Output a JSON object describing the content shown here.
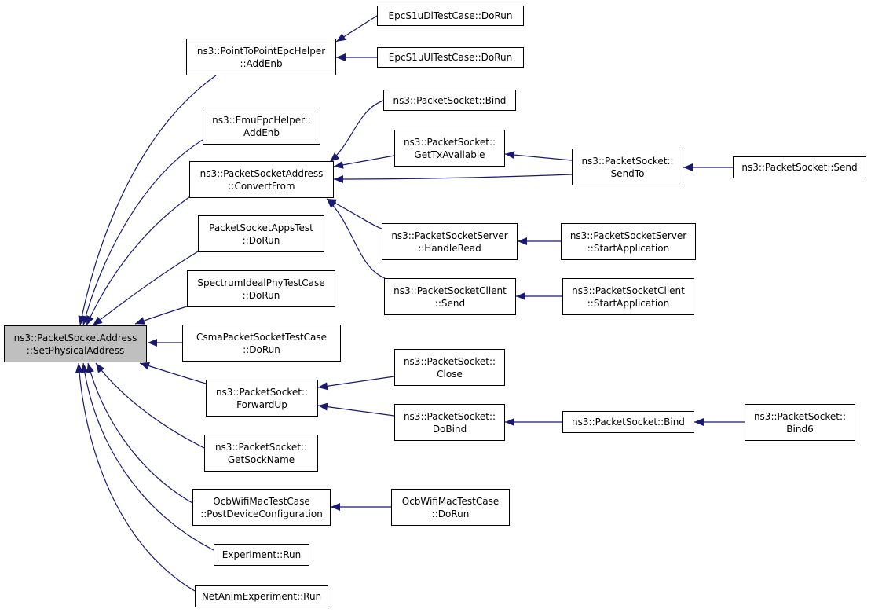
{
  "graph": {
    "edge_color": "#191970",
    "root_fill": "#bfbfbf",
    "nodes": {
      "root": [
        "ns3::PacketSocketAddress",
        "::SetPhysicalAddress"
      ],
      "p2p_addenb": [
        "ns3::PointToPointEpcHelper",
        "::AddEnb"
      ],
      "epc_dl": [
        "EpcS1uDlTestCase::DoRun"
      ],
      "epc_ul": [
        "EpcS1uUlTestCase::DoRun"
      ],
      "emu_addenb": [
        "ns3::EmuEpcHelper::",
        "AddEnb"
      ],
      "convertfrom": [
        "ns3::PacketSocketAddress",
        "::ConvertFrom"
      ],
      "ps_bind_top": [
        "ns3::PacketSocket::Bind"
      ],
      "gettx": [
        "ns3::PacketSocket::",
        "GetTxAvailable"
      ],
      "sendto": [
        "ns3::PacketSocket::",
        "SendTo"
      ],
      "send": [
        "ns3::PacketSocket::Send"
      ],
      "apps_test": [
        "PacketSocketAppsTest",
        "::DoRun"
      ],
      "server_handleread": [
        "ns3::PacketSocketServer",
        "::HandleRead"
      ],
      "server_start": [
        "ns3::PacketSocketServer",
        "::StartApplication"
      ],
      "client_send": [
        "ns3::PacketSocketClient",
        "::Send"
      ],
      "client_start": [
        "ns3::PacketSocketClient",
        "::StartApplication"
      ],
      "spectrum_test": [
        "SpectrumIdealPhyTestCase",
        "::DoRun"
      ],
      "csma_test": [
        "CsmaPacketSocketTestCase",
        "::DoRun"
      ],
      "forwardup": [
        "ns3::PacketSocket::",
        "ForwardUp"
      ],
      "close": [
        "ns3::PacketSocket::",
        "Close"
      ],
      "dobind": [
        "ns3::PacketSocket::",
        "DoBind"
      ],
      "ps_bind_bottom": [
        "ns3::PacketSocket::Bind"
      ],
      "bind6": [
        "ns3::PacketSocket::",
        "Bind6"
      ],
      "getsockname": [
        "ns3::PacketSocket::",
        "GetSockName"
      ],
      "ocb_post": [
        "OcbWifiMacTestCase",
        "::PostDeviceConfiguration"
      ],
      "ocb_dorun": [
        "OcbWifiMacTestCase",
        "::DoRun"
      ],
      "experiment_run": [
        "Experiment::Run"
      ],
      "netanim_run": [
        "NetAnimExperiment::Run"
      ]
    }
  }
}
